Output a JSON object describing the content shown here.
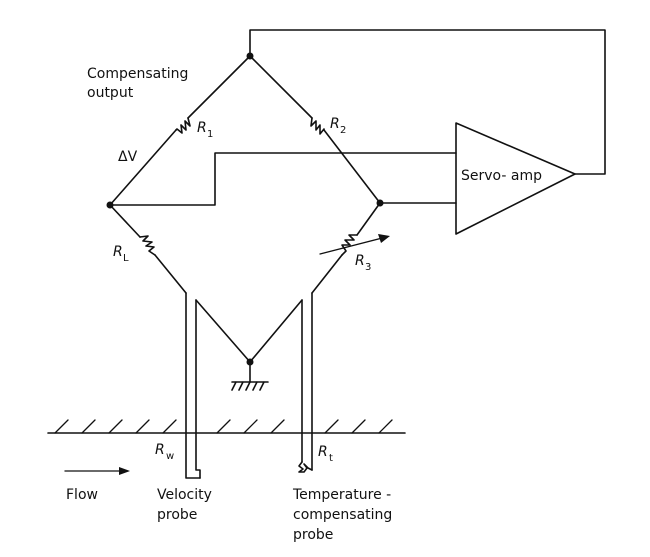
{
  "labels": {
    "compensating_output_line1": "Compensating",
    "compensating_output_line2": "output",
    "delta_v": "ΔV",
    "r1_letter": "R",
    "r1_sub": "1",
    "r2_letter": "R",
    "r2_sub": "2",
    "r3_letter": "R",
    "r3_sub": "3",
    "rl_letter": "R",
    "rl_sub": "L",
    "rw_letter": "R",
    "rw_sub": "w",
    "rt_letter": "R",
    "rt_sub": "t",
    "servo_amp": "Servo- amp",
    "flow": "Flow",
    "velocity_probe_line1": "Velocity",
    "velocity_probe_line2": "probe",
    "temp_probe_line1": "Temperature -",
    "temp_probe_line2": "compensating",
    "temp_probe_line3": "probe"
  }
}
